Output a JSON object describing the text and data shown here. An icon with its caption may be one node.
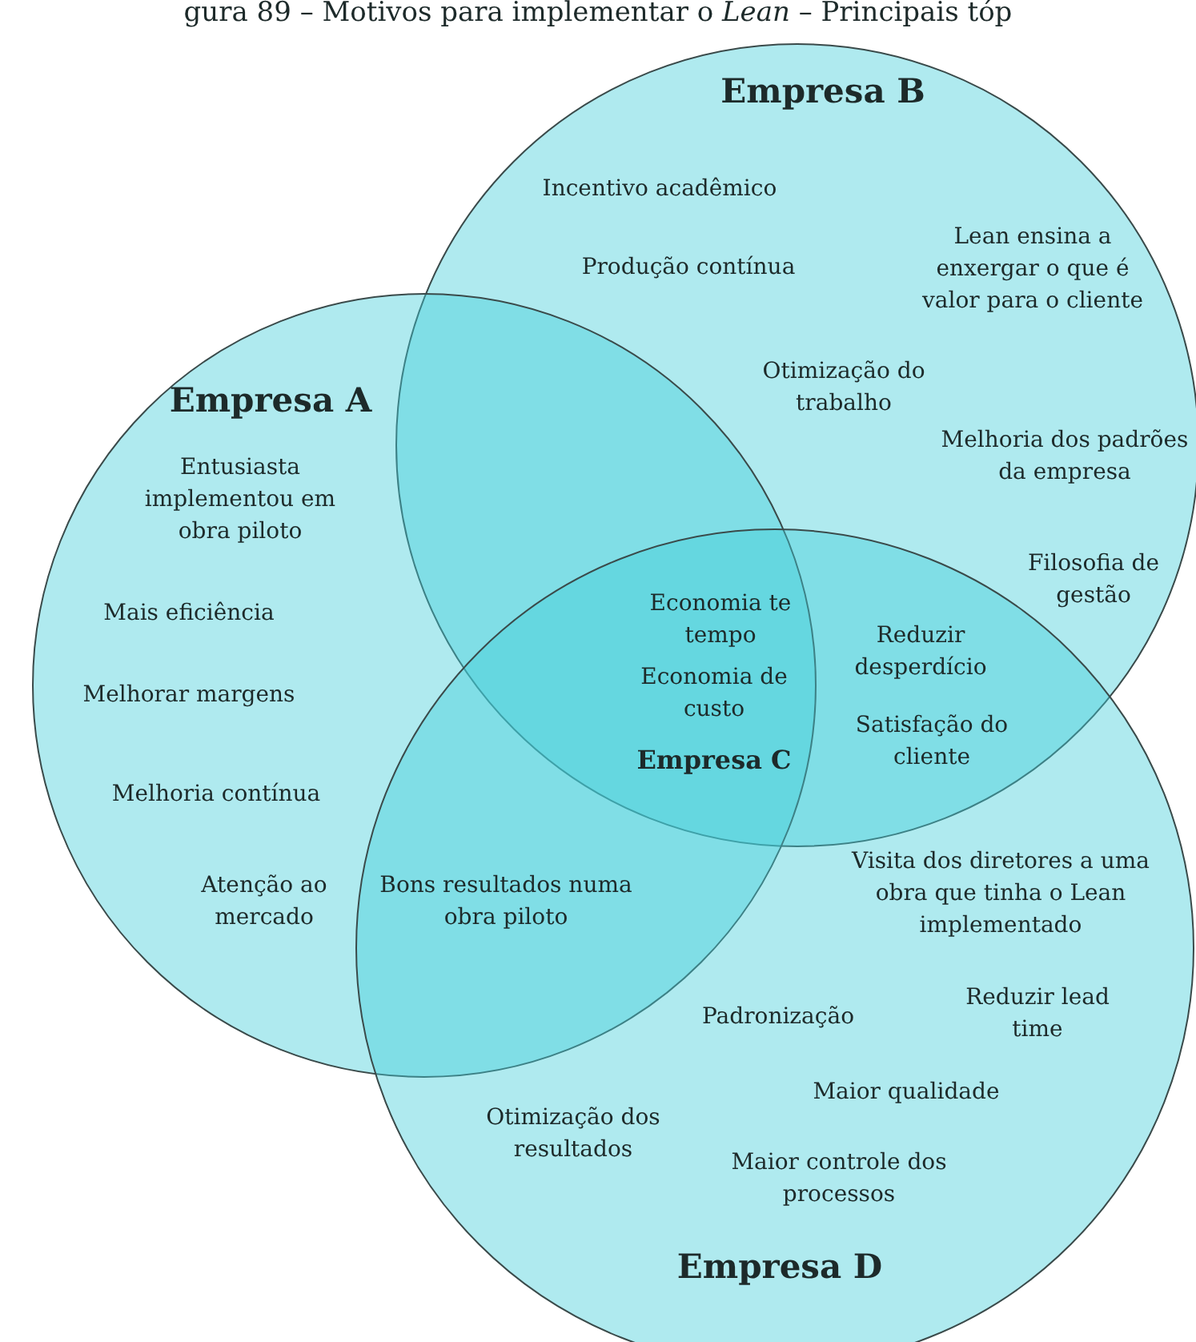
{
  "diagram": {
    "title": "gura 89 – Motivos para implementar o *Lean* – Principais tóp",
    "nodes": [
      {
        "text": [
          "Empresa B"
        ]
      },
      {
        "text": [
          "Empresa A"
        ]
      },
      {
        "text": [
          "Empresa D"
        ]
      }
    ],
    "labels": [
      "Incentivo acadêmico",
      "Lean ensina a enxergar o que é valor para o cliente",
      "Produção contínua",
      "Otimização do trabalho",
      "Melhoria dos padrões da empresa",
      "Entusiasta implementou em obra piloto",
      "Filosofia de gestão",
      "Economia te tempo",
      "Mais eficiência",
      "Reduzir desperdício",
      "Economia de custo",
      "Melhorar margens",
      "Satisfação do cliente",
      "Empresa C",
      "Melhoria contínua",
      "Visita dos diretores a uma obra que tinha o Lean implementado",
      "Atenção ao mercado",
      "Bons resultados numa obra piloto",
      "Reduzir lead time",
      "Padronização",
      "Maior qualidade",
      "Otimização dos resultados",
      "Maior controle dos processos"
    ]
  }
}
